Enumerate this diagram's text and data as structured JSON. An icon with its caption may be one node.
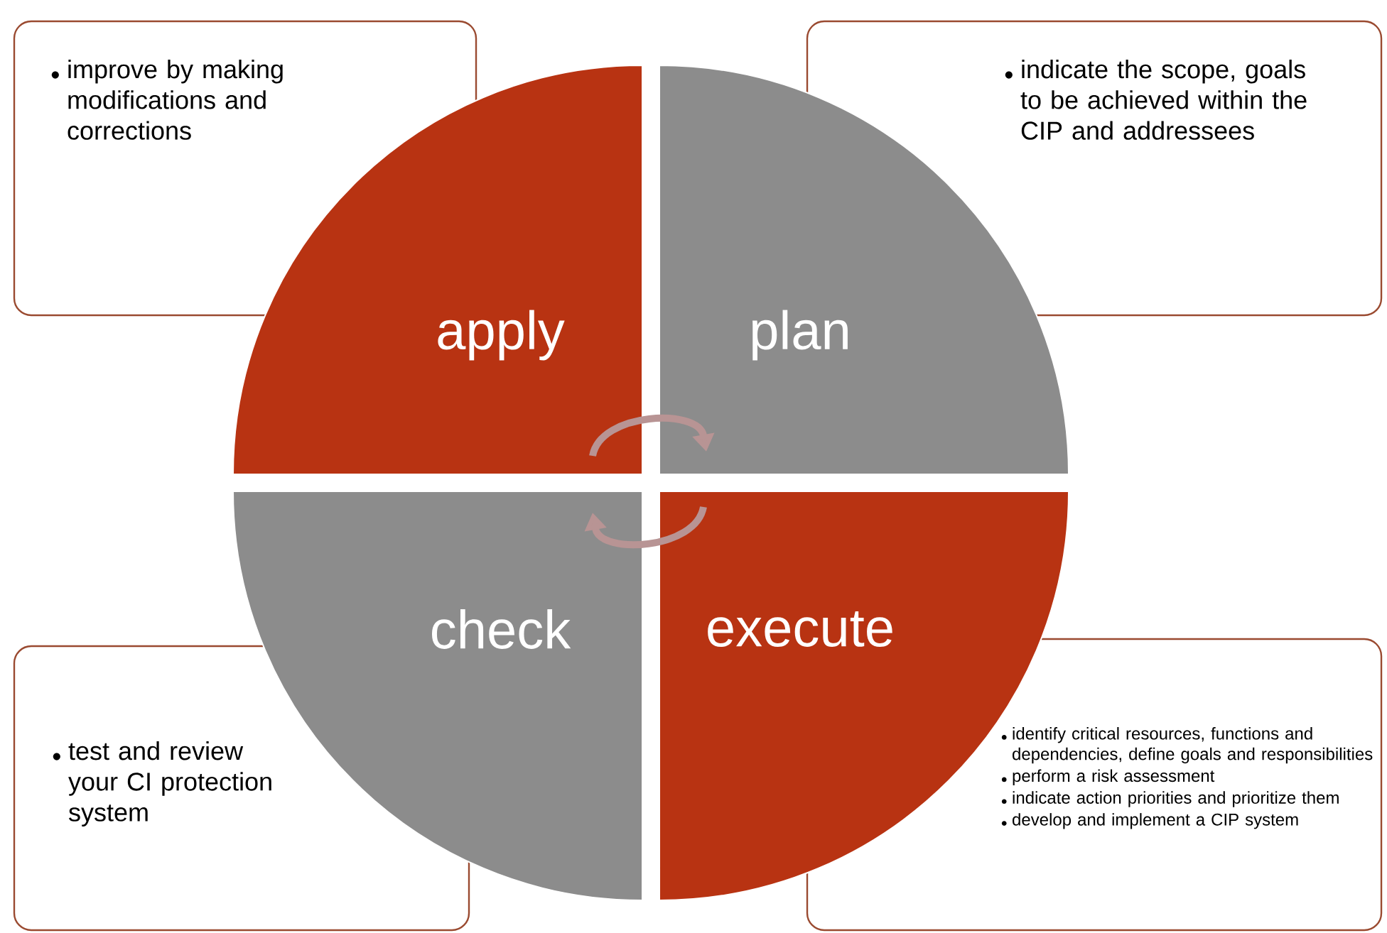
{
  "diagram": {
    "nodes": [
      {
        "text": [
          "improve by making modifications and corrections"
        ]
      },
      {
        "text": [
          "indicate the scope, goals to be achieved within the CIP and addressees"
        ]
      },
      {
        "text": [
          "apply"
        ]
      },
      {
        "text": [
          "plan"
        ]
      },
      {
        "text": [
          "check"
        ]
      },
      {
        "text": [
          "execute"
        ]
      },
      {
        "text": [
          "test and review your CI protection system"
        ]
      },
      {
        "text": [
          "identify critical resources, functions and dependencies, define goals and responsibilities",
          "perform a risk assessment",
          "indicate action priorities and prioritize them",
          "develop and implement a CIP system"
        ]
      }
    ],
    "edges": [
      {
        "from": 2,
        "to": 3,
        "arrow": "to"
      },
      {
        "from": 5,
        "to": 4,
        "arrow": "to"
      }
    ]
  }
}
